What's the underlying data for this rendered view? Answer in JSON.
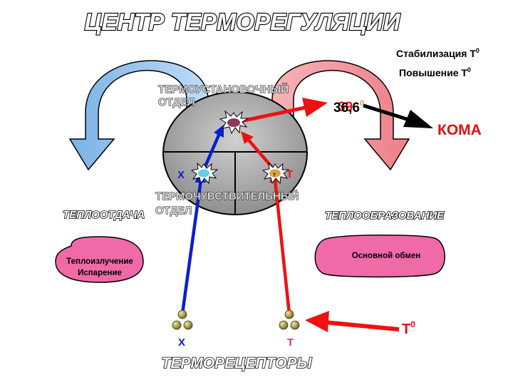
{
  "title": "ЦЕНТР ТЕРМОРЕГУЛЯЦИИ",
  "status": {
    "stabilization": "Стабилизация Т",
    "stabilization_sup": "0",
    "increase": "Повышение Т",
    "increase_sup": "0"
  },
  "center": {
    "setpoint_label_line1": "ТЕРМОУСТАНОВОЧНЫЙ",
    "setpoint_label_line2": "ОТДЕЛ",
    "sensitive_label_line1": "ТЕРМОЧУВСТВИТЕЛЬНЫЙ",
    "sensitive_label_line2": "ОТДЕЛ",
    "cold_marker": "Х",
    "heat_marker": "Т",
    "inner_mark": "т"
  },
  "temperature": {
    "normal": "36,6",
    "elevated": "39",
    "degree_sup": "0"
  },
  "coma_label": "КОМА",
  "heat_loss": {
    "label": "ТЕПЛООТДАЧА",
    "mechanisms_line1": "Теплоизлучение",
    "mechanisms_line2": "Испарение"
  },
  "heat_production": {
    "label": "ТЕПЛООБРАЗОВАНИЕ",
    "mechanism": "Основной обмен"
  },
  "receptors": {
    "cold_label": "Х",
    "heat_label": "Т",
    "title": "ТЕРМОРЕЦЕПТОРЫ"
  },
  "external_temperature": {
    "label": "Т",
    "sup": "0"
  },
  "colors": {
    "heat_loss_arrow": "#8fc3ee",
    "heat_production_arrow": "#f28a92",
    "cold_pathway": "#0a1fd0",
    "heat_pathway": "#ee1111",
    "center_fill": "#999999",
    "ellipse_fill": "#f06aa8",
    "coma": "#e01010"
  }
}
